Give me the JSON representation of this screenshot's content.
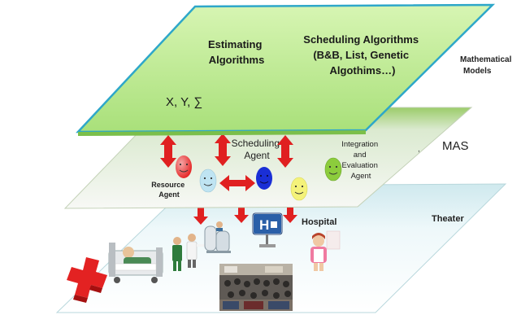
{
  "layers": {
    "models": {
      "estimating": [
        "Estimating",
        "Algorithms"
      ],
      "scheduling": [
        "Scheduling Algorithms",
        "(B&B, List, Genetic",
        "Algothims…)"
      ],
      "formula": "X, Y, ∑",
      "side_label": [
        "Mathematical",
        "Models"
      ]
    },
    "mas": {
      "side_label": "MAS",
      "scheduling_agent": [
        "Scheduling",
        "Agent"
      ],
      "resource_agent": [
        "Resource",
        "Agent"
      ],
      "integration_agent": [
        "Integration",
        "and",
        "Evaluation",
        "Agent"
      ]
    },
    "theater": {
      "side_label": "Theater",
      "hospital_label": "Hospital"
    }
  },
  "colors": {
    "models_plane": "#b9ec8a",
    "mas_plane": "#f4f6ef",
    "theater_plane": "#e6f4f6",
    "arrow": "#e02020",
    "agent_red": "#e52424",
    "agent_blue": "#1a2fd6",
    "agent_lightblue": "#bfe4f2",
    "agent_yellow": "#f4f27a",
    "agent_green": "#8ccc3c"
  },
  "icons": [
    "red-cross-icon",
    "patient-bed-icon",
    "doctors-icon",
    "lab-equipment-icon",
    "hospital-sign-icon",
    "nurse-icon",
    "waiting-room-photo"
  ]
}
